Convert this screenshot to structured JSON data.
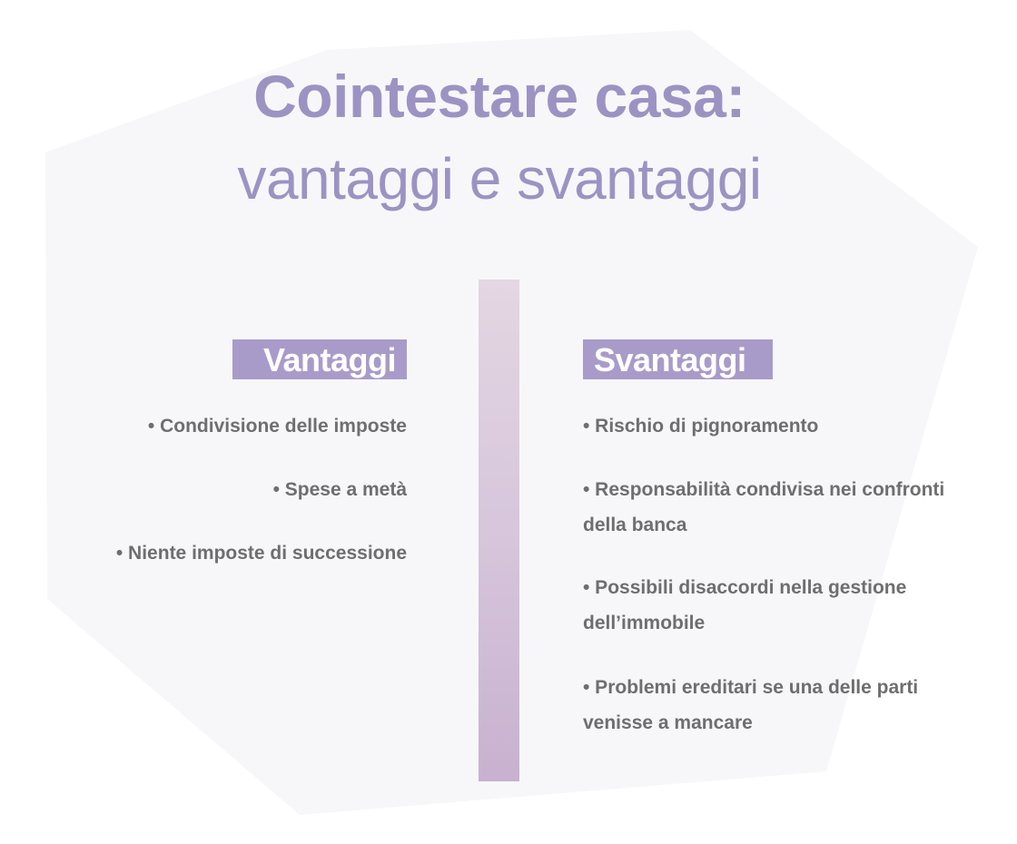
{
  "title": {
    "line1": "Cointestare casa:",
    "line2": "vantaggi e svantaggi"
  },
  "left": {
    "heading": "Vantaggi",
    "items": [
      "• Condivisione delle imposte",
      "• Spese a metà",
      "• Niente imposte di successione"
    ]
  },
  "right": {
    "heading": "Svantaggi",
    "items": [
      "• Rischio di pignoramento",
      "• Responsabilità condivisa nei confronti della banca",
      "• Possibili disaccordi nella gestione dell’immobile",
      "• Problemi ereditari se una delle parti venisse a mancare"
    ]
  },
  "colors": {
    "accent": "#a99bc9",
    "title": "#9c93c3",
    "text": "#6e6e6e",
    "background_shape": "#f7f7fa"
  }
}
